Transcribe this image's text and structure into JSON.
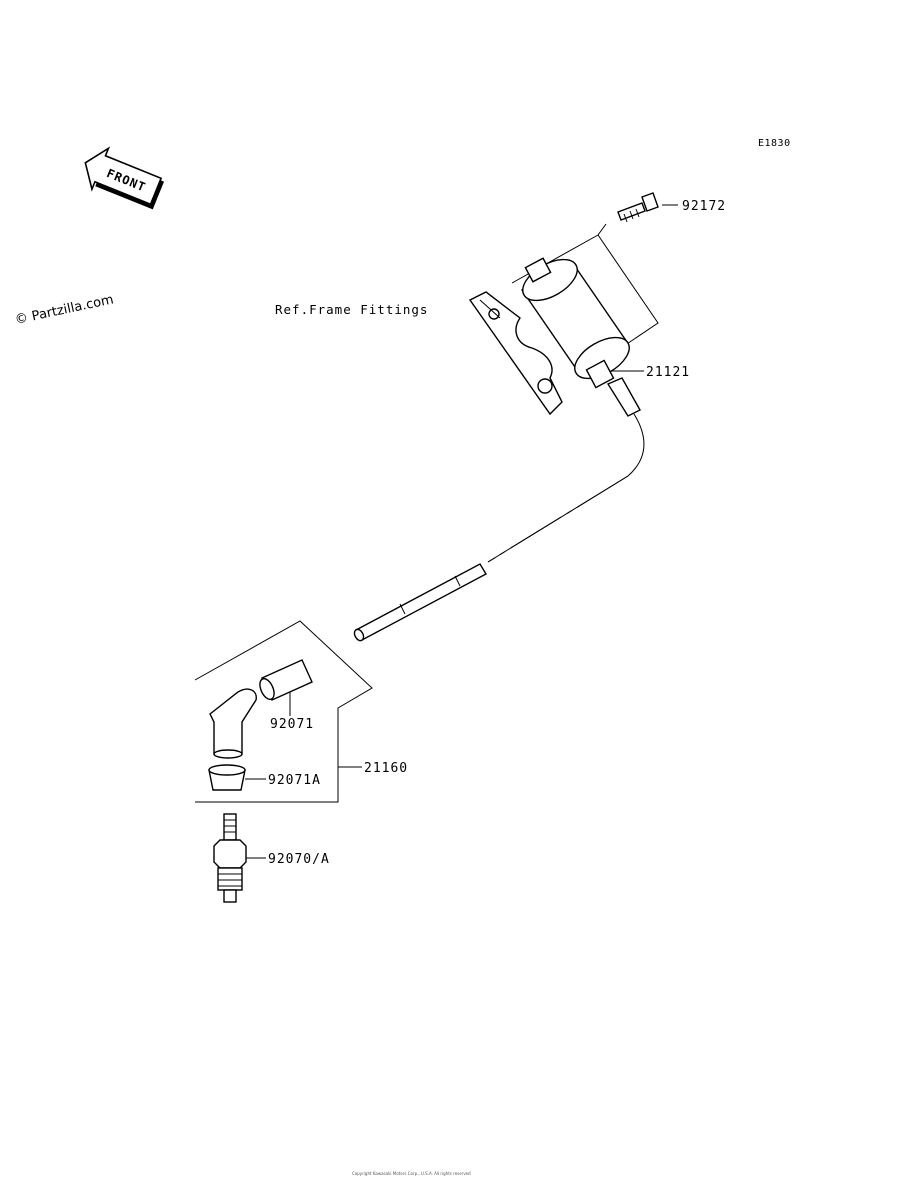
{
  "diagram_code": "E1830",
  "watermark": "© Partzilla.com",
  "front_label": "FRONT",
  "ref_note": "Ref.Frame Fittings",
  "parts": {
    "bolt": "92172",
    "coil": "21121",
    "cap_assembly": "21160",
    "seal": "92071",
    "boot": "92071A",
    "spark_plug": "92070/A"
  },
  "footer_copyright": "Copyright Kawasaki Motors Corp., U.S.A. All rights reserved"
}
